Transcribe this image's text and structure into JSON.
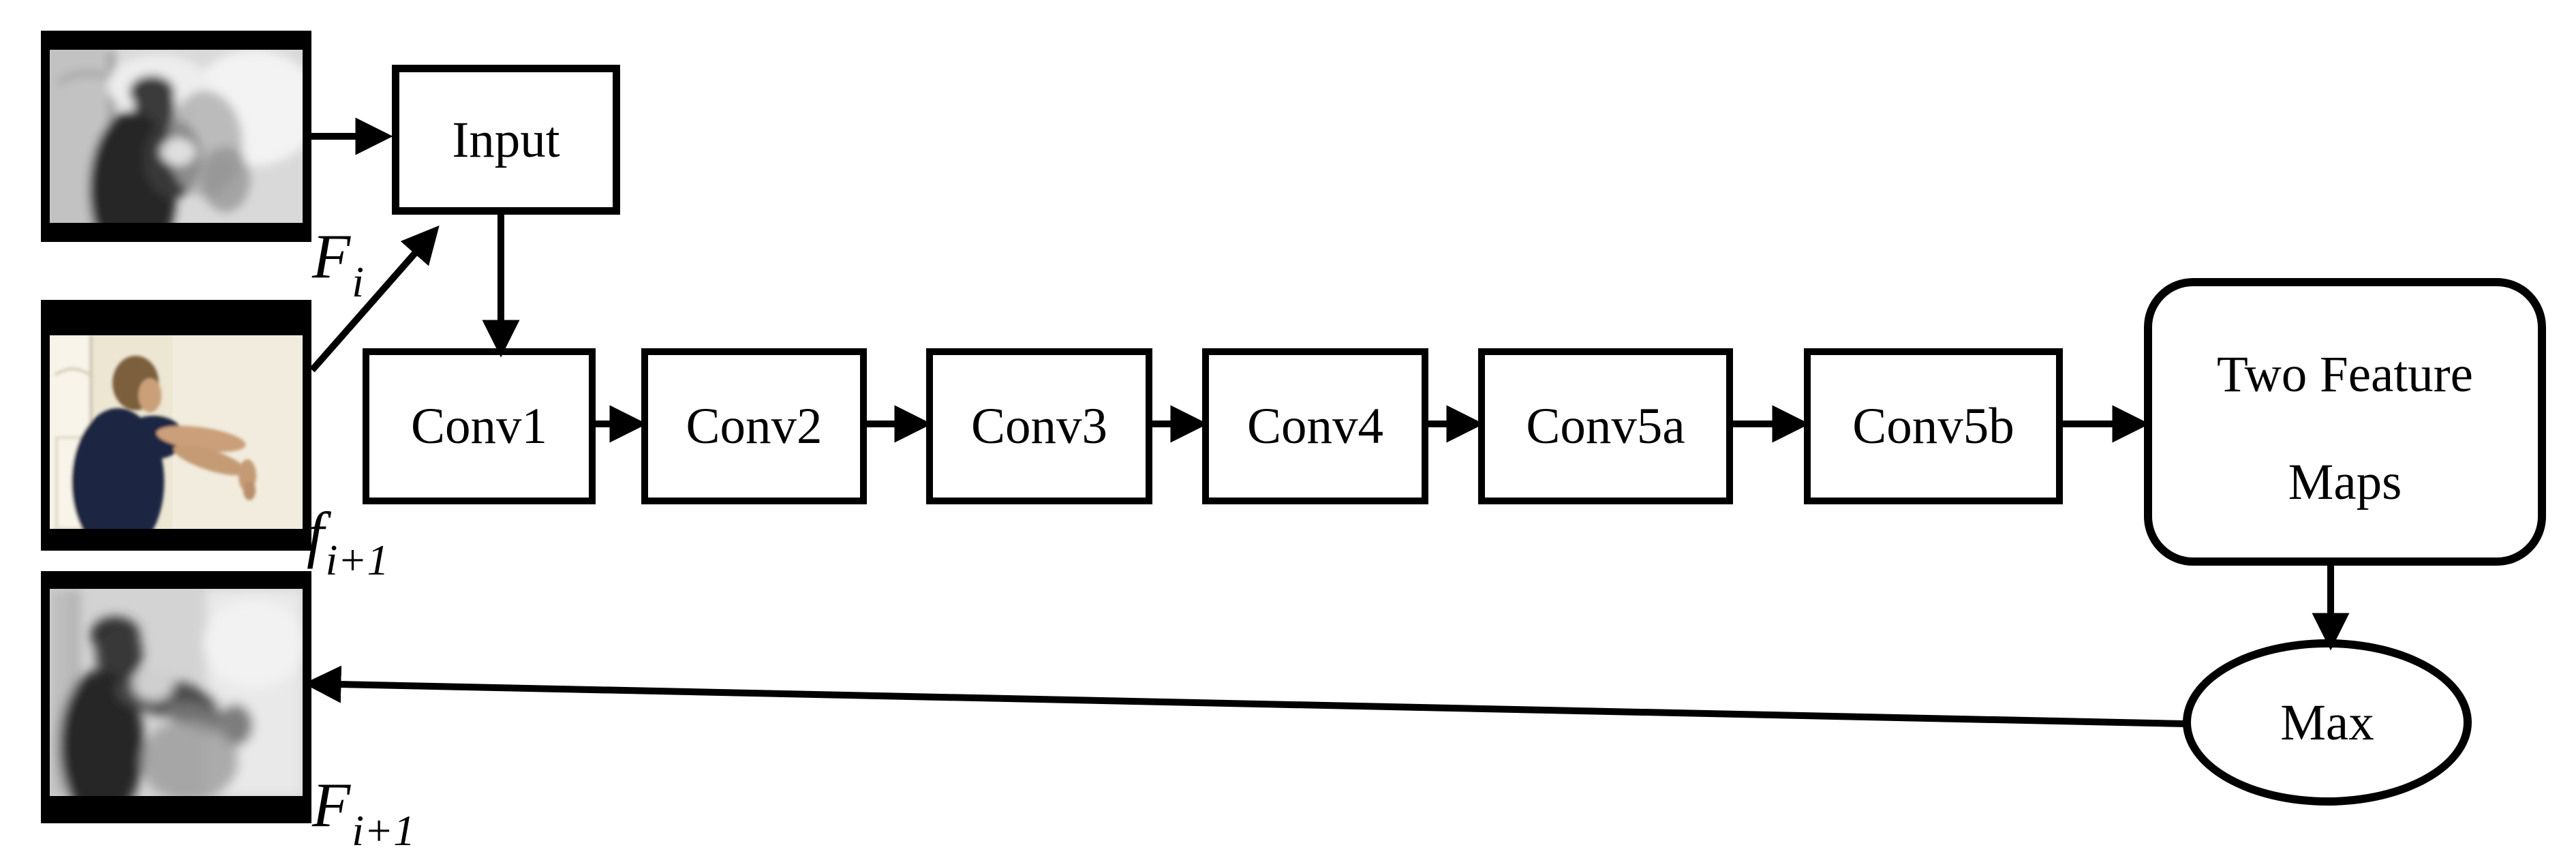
{
  "diagram": {
    "colors": {
      "ink": "#000000",
      "paper": "#ffffff"
    },
    "frames": [
      {
        "alt": "blurred grayscale video frame",
        "label_base": "F",
        "label_sub": "i"
      },
      {
        "alt": "sharp color frame, man extending arm toward wall",
        "label_base": "f",
        "label_sub": "i+1"
      },
      {
        "alt": "blurred grayscale result frame",
        "label_base": "F",
        "label_sub": "i+1"
      }
    ],
    "nodes": {
      "input": "Input",
      "conv1": "Conv1",
      "conv2": "Conv2",
      "conv3": "Conv3",
      "conv4": "Conv4",
      "conv5a": "Conv5a",
      "conv5b": "Conv5b",
      "feature_maps_line1": "Two Feature",
      "feature_maps_line2": "Maps",
      "max": "Max"
    }
  }
}
